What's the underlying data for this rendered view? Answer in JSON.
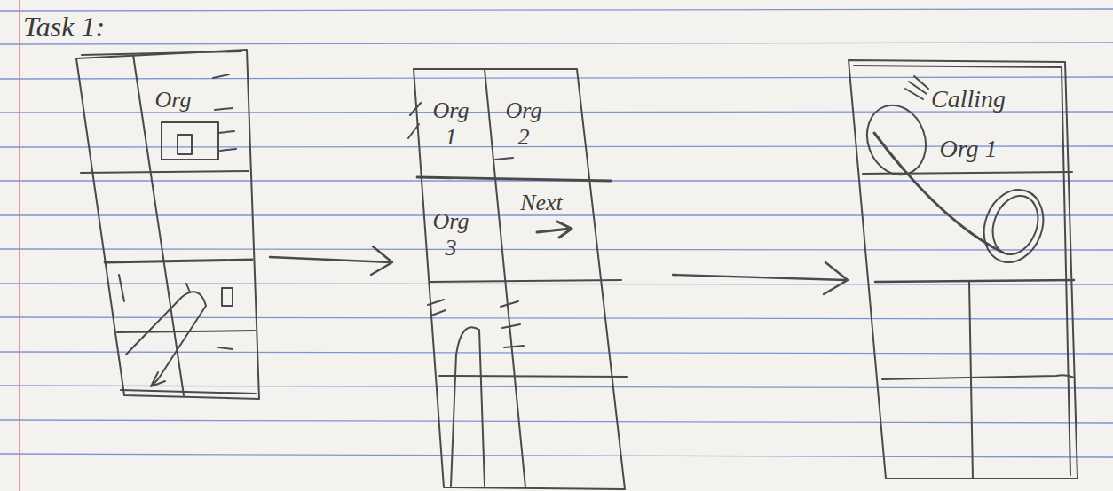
{
  "diagram": {
    "title": "Task 1:",
    "nodes": [
      {
        "text": [
          "Org"
        ]
      },
      {
        "text": [
          "Org 1"
        ]
      },
      {
        "text": [
          "Org 2"
        ]
      },
      {
        "text": [
          "Org 3"
        ]
      },
      {
        "text": [
          "Next"
        ]
      },
      {
        "text": [
          "Calling Org 1"
        ]
      }
    ]
  }
}
